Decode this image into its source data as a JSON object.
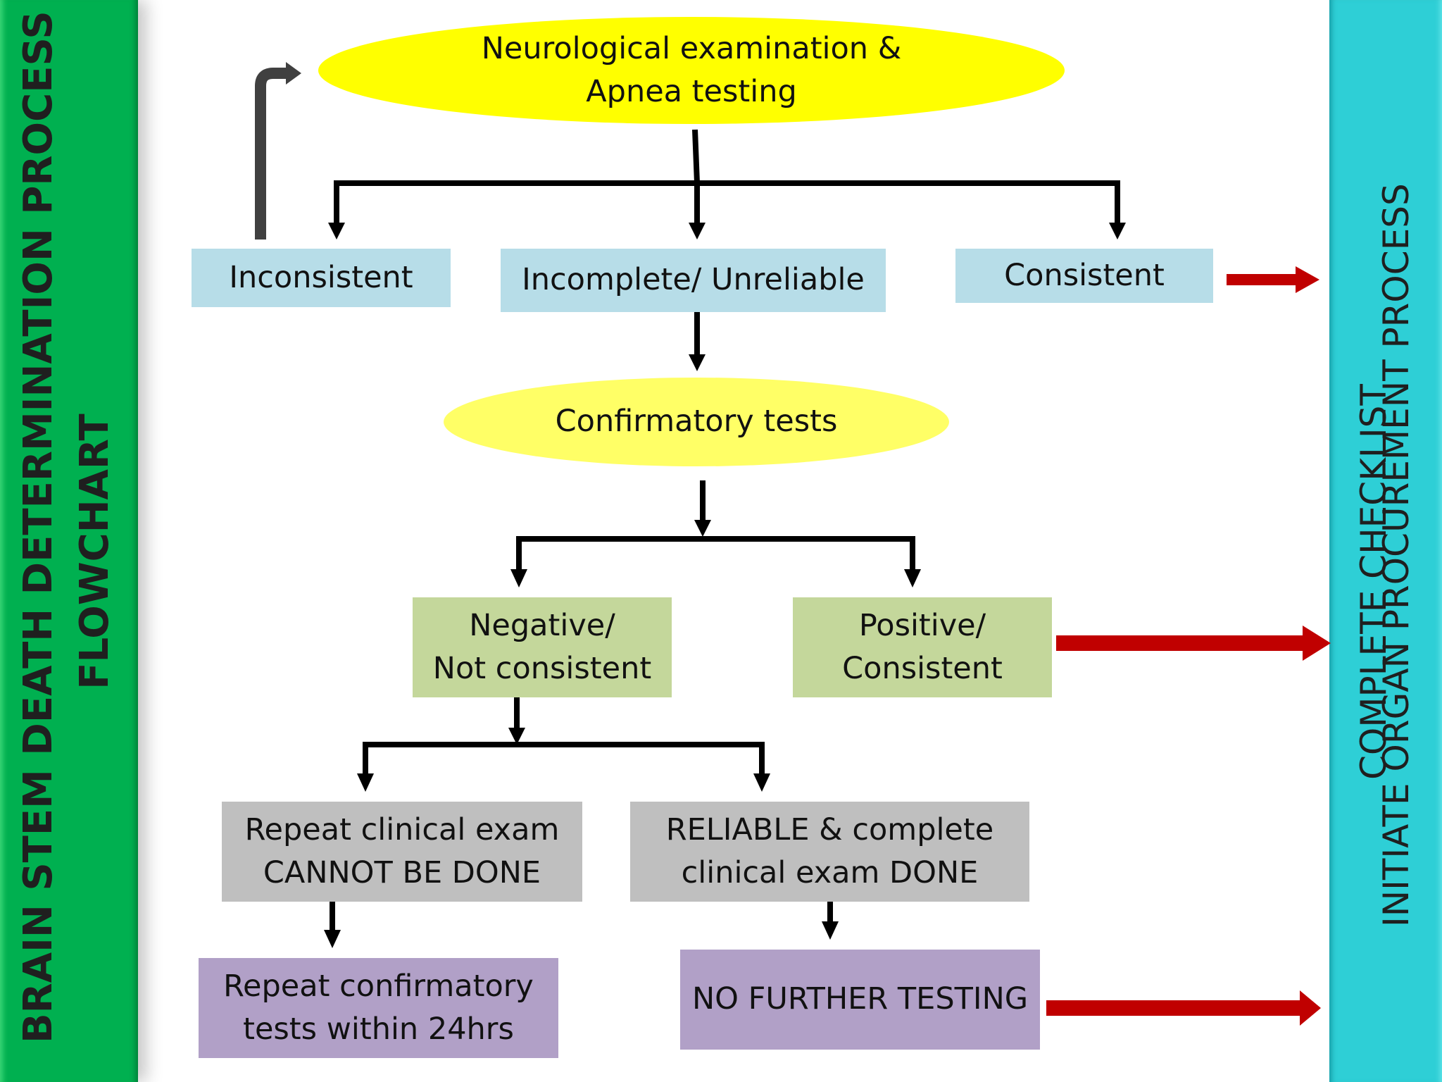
{
  "sidebar_left": {
    "title": "BRAIN STEM DEATH DETERMINATION PROCESS",
    "subtitle": "FLOWCHART",
    "color": "#00b050"
  },
  "sidebar_right": {
    "line1": "COMPLETE CHECKLIST",
    "line2": "INITIATE ORGAN PROCUREMENT PROCESS",
    "color": "#2ecfd6"
  },
  "nodes": {
    "neuro_exam": {
      "line1": "Neurological examination &",
      "line2": "Apnea testing"
    },
    "inconsistent": "Inconsistent",
    "incomplete": "Incomplete/ Unreliable",
    "consistent": "Consistent",
    "confirmatory": "Confirmatory tests",
    "negative": {
      "line1": "Negative/",
      "line2": "Not consistent"
    },
    "positive": {
      "line1": "Positive/",
      "line2": "Consistent"
    },
    "repeat_exam": {
      "line1": "Repeat clinical exam",
      "line2": "CANNOT BE DONE"
    },
    "reliable": {
      "line1": "RELIABLE & complete",
      "line2": "clinical exam DONE"
    },
    "repeat_tests": {
      "line1": "Repeat confirmatory",
      "line2": "tests within 24hrs"
    },
    "no_further": "NO FURTHER TESTING"
  },
  "colors": {
    "exam_ellipse": "#ffff00",
    "confirm_ellipse": "#ffff66",
    "result_box": "#b7dde8",
    "test_result_box": "#c4d79b",
    "exam_status_box": "#bfbfbf",
    "action_box": "#b1a0c7",
    "arrow": "#000000",
    "loop_arrow": "#404040",
    "outcome_arrow": "#c00000"
  }
}
